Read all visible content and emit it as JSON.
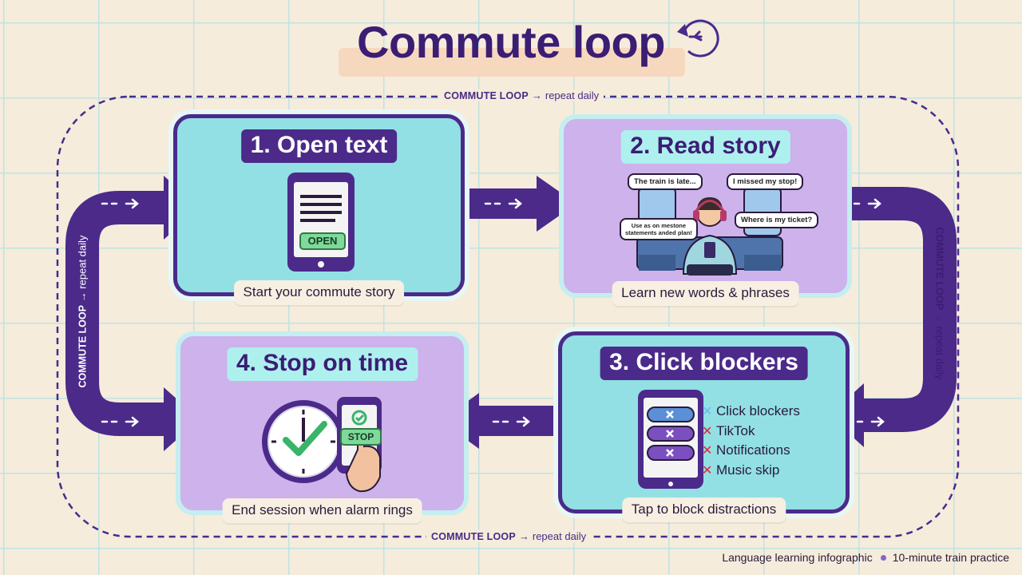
{
  "title": "Commute loop",
  "loop_label": {
    "name": "COMMUTE LOOP",
    "suffix": "repeat daily"
  },
  "steps": [
    {
      "heading": "1. Open text",
      "caption": "Start your commute story",
      "phone_button": "OPEN"
    },
    {
      "heading": "2. Read story",
      "caption": "Learn new words & phrases",
      "bubbles": [
        "The train is late...",
        "I missed my stop!",
        "Where is my ticket?",
        "Use as on mestone\nstatements anded plan!"
      ]
    },
    {
      "heading": "3. Click blockers",
      "caption": "Tap to block distractions",
      "checklist": [
        "Click blockers",
        "TikTok",
        "Notifications",
        "Music skip"
      ]
    },
    {
      "heading": "4. Stop on time",
      "caption": "End session when alarm rings",
      "stop_button": "STOP"
    }
  ],
  "footer": {
    "left": "Language learning infographic",
    "right": "10-minute train practice"
  },
  "colors": {
    "purple": "#4b2a8a",
    "teal": "#92e0e4",
    "violet": "#cdb2ec",
    "background": "#f5ecdc",
    "red_x": "#e0243a"
  }
}
